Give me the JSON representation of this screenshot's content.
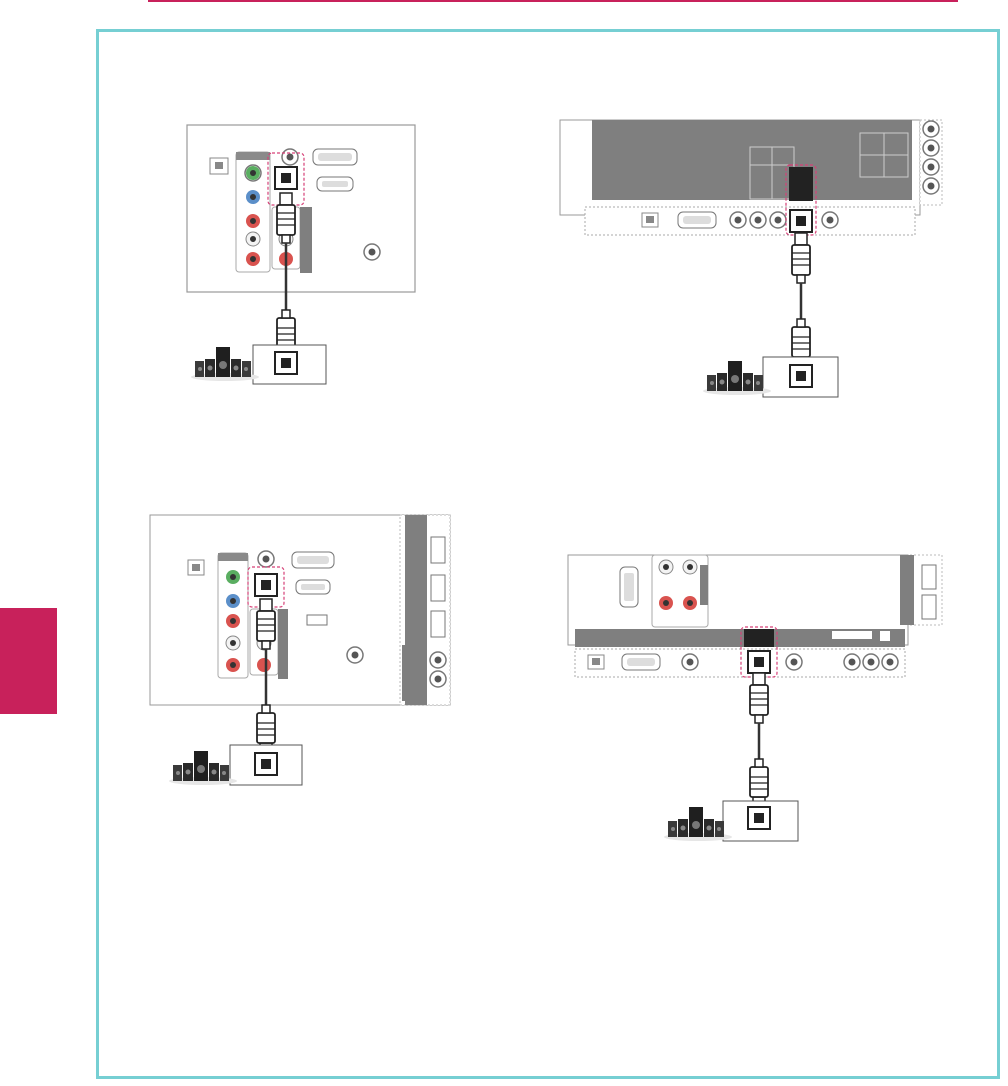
{
  "page": {
    "colors": {
      "accent": "#C8215B",
      "frame": "#76CFD3",
      "panel_gray": "#7F7F7F",
      "panel_outline": "#AAAAAA",
      "callout": "#D64077",
      "cable": "#333333",
      "jack_green": "#5AAE61",
      "jack_blue": "#5B8FC9",
      "jack_red": "#D9534F",
      "jack_yellow": "#E8C840",
      "jack_white": "#F2F2F2"
    }
  },
  "diagrams": [
    {
      "name": "diagram-top-left",
      "panel": "back-panel-type-a",
      "connection": "optical-audio-to-speaker-system"
    },
    {
      "name": "diagram-top-right",
      "panel": "back-panel-type-b",
      "connection": "optical-audio-to-speaker-system"
    },
    {
      "name": "diagram-bottom-left",
      "panel": "back-panel-type-c",
      "connection": "optical-audio-to-speaker-system"
    },
    {
      "name": "diagram-bottom-right",
      "panel": "back-panel-type-d",
      "connection": "optical-audio-to-speaker-system"
    }
  ]
}
